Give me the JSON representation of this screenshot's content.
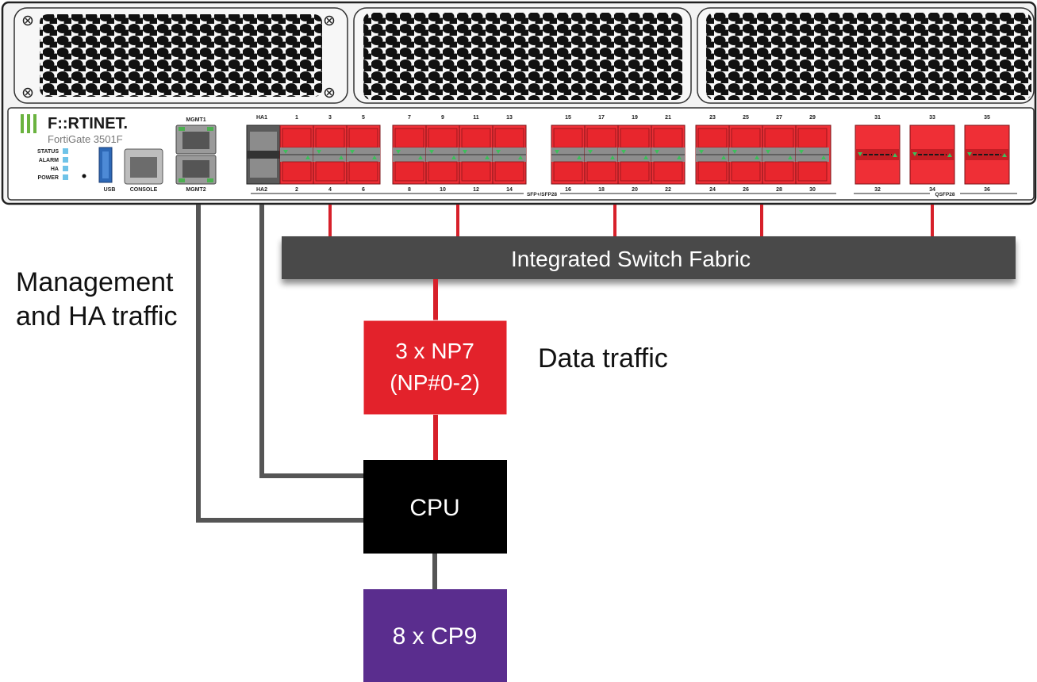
{
  "device": {
    "brand": "F::RTINET.",
    "model": "FortiGate 3501F",
    "leds": [
      "STATUS",
      "ALARM",
      "HA",
      "POWER"
    ],
    "usb_label": "USB",
    "console_label": "CONSOLE",
    "mgmt1_label": "MGMT1",
    "mgmt2_label": "MGMT2",
    "ha1_label": "HA1",
    "ha2_label": "HA2",
    "sfp_group_label": "SFP+/SFP28",
    "qsfp_group_label": "QSFP28",
    "sfp_ports_top": [
      "1",
      "3",
      "5",
      "7",
      "9",
      "11",
      "13",
      "15",
      "17",
      "19",
      "21",
      "23",
      "25",
      "27",
      "29"
    ],
    "sfp_ports_bottom": [
      "2",
      "4",
      "6",
      "8",
      "10",
      "12",
      "14",
      "16",
      "18",
      "20",
      "22",
      "24",
      "26",
      "28",
      "30"
    ],
    "qsfp_ports_top": [
      "31",
      "33",
      "35"
    ],
    "qsfp_ports_bottom": [
      "32",
      "34",
      "36"
    ]
  },
  "diagram": {
    "switch_fabric_label": "Integrated Switch Fabric",
    "np7_line1": "3 x NP7",
    "np7_line2": "(NP#0-2)",
    "data_traffic_label": "Data traffic",
    "mgmt_traffic_line1": "Management",
    "mgmt_traffic_line2": "and HA traffic",
    "cpu_label": "CPU",
    "cp9_label": "8 x CP9"
  },
  "colors": {
    "np7": "#e3222b",
    "cpu": "#000000",
    "cp9": "#5a2d8e",
    "fabric": "#4a4a4a",
    "port_red": "#e8262d",
    "link_red": "#d7202a",
    "link_gray": "#555555",
    "brand_green": "#6ab33f"
  }
}
